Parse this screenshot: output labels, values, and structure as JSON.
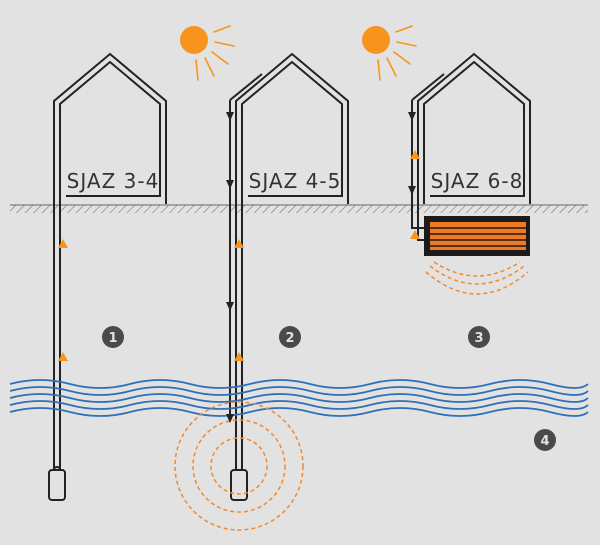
{
  "houses": [
    {
      "label": "SJAZ 3-4"
    },
    {
      "label": "SJAZ 4-5"
    },
    {
      "label": "SJAZ 6-8"
    }
  ],
  "markers": [
    "1",
    "2",
    "3",
    "4"
  ],
  "icons": {
    "sun": "sun-icon",
    "arrow_up": "arrow-up-icon",
    "arrow_down": "arrow-down-icon"
  },
  "colors": {
    "background": "#e2e2e2",
    "line": "#222222",
    "sun": "#f7941d",
    "arrow_up": "#f7941d",
    "water": "#2e6fb8",
    "heat_dash": "#f08a2a",
    "storage_stripes": "#f07a22",
    "marker_circle": "#4a4a4a"
  }
}
